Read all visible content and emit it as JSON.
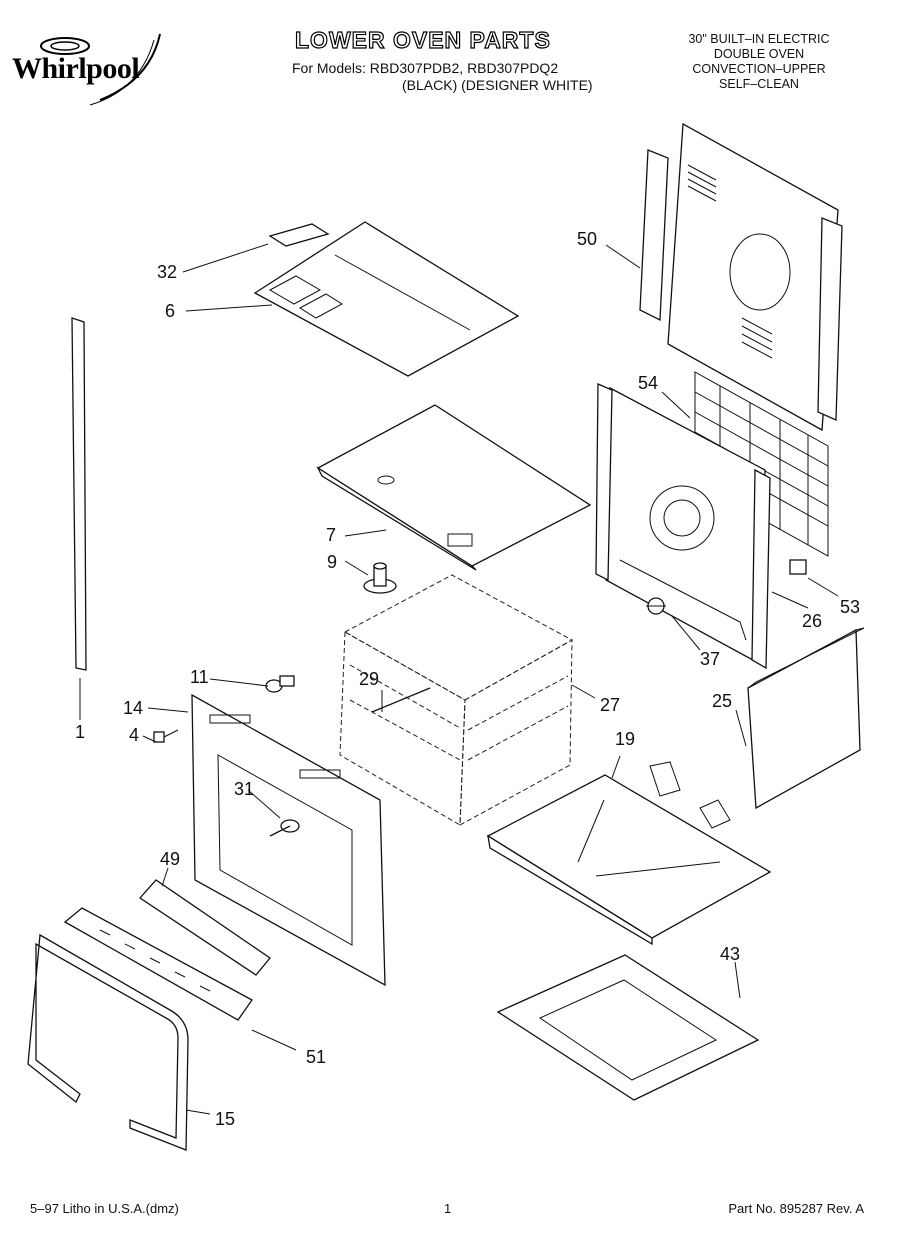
{
  "header": {
    "brand": "Whirlpool",
    "title": "LOWER OVEN PARTS",
    "models_line1": "For Models: RBD307PDB2, RBD307PDQ2",
    "models_line2": "(BLACK)  (DESIGNER WHITE)",
    "product_lines": [
      "30\" BUILT–IN ELECTRIC",
      "DOUBLE OVEN",
      "CONVECTION–UPPER",
      "SELF–CLEAN"
    ]
  },
  "callouts": {
    "c1": "1",
    "c4": "4",
    "c6": "6",
    "c7": "7",
    "c9": "9",
    "c11": "11",
    "c14": "14",
    "c15": "15",
    "c19": "19",
    "c25": "25",
    "c26": "26",
    "c27": "27",
    "c29": "29",
    "c31": "31",
    "c32": "32",
    "c37": "37",
    "c43": "43",
    "c49": "49",
    "c50": "50",
    "c51": "51",
    "c53": "53",
    "c54": "54"
  },
  "footer": {
    "left": "5–97 Litho in U.S.A.(dmz)",
    "center": "1",
    "right": "Part No. 895287 Rev. A"
  },
  "colors": {
    "ink": "#111111",
    "paper": "#ffffff"
  }
}
